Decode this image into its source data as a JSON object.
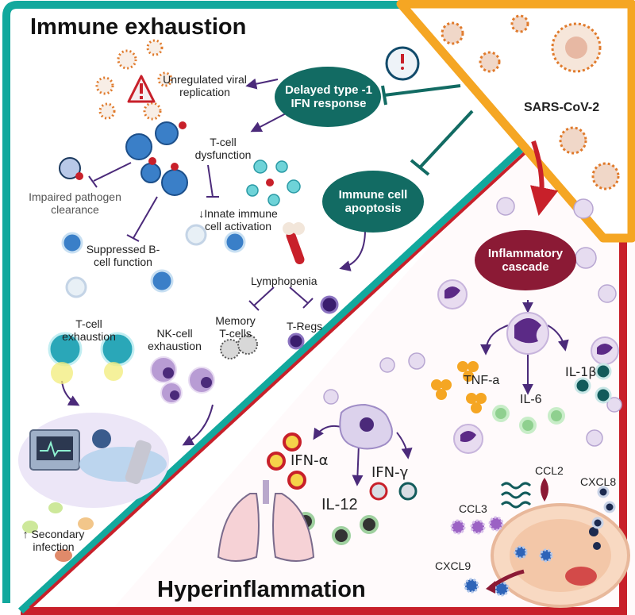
{
  "title_exhaustion": "Immune exhaustion",
  "title_hyperinflammation": "Hyperinflammation",
  "sars": "SARS-CoV-2",
  "bubbles": {
    "delayed_ifn": "Delayed type -1 IFN response",
    "apoptosis": "Immune cell apoptosis",
    "inflammatory": "Inflammatory cascade"
  },
  "labels": {
    "unregulated": "Unregulated viral replication",
    "tcell_dysfunction": "T-cell dysfunction",
    "impaired": "Impaired pathogen clearance",
    "innate": "↓Innate immune cell activation",
    "bcell": "Suppressed B-cell function",
    "lymphopenia": "Lymphopenia",
    "memory": "Memory T-cells",
    "tregs": "T-Regs",
    "tcell_exhaustion": "T-cell exhaustion",
    "nk_exhaustion": "NK-cell exhaustion",
    "secondary": "↑ Secondary infection",
    "tnf": "TNF-a",
    "il1b": "IL-1β",
    "il6": "IL-6",
    "ifna": "IFN-α",
    "ifng": "IFN-γ",
    "il12": "IL-12",
    "ccl2": "CCL2",
    "ccl3": "CCL3",
    "cxcl8": "CXCL8",
    "cxcl9": "CXCL9"
  },
  "colors": {
    "teal_border": "#12a89d",
    "red_border": "#c8202a",
    "orange_border": "#f5a623",
    "teal_bubble": "#126b63",
    "crimson_bubble": "#8b1a35",
    "arrow_purple": "#4b2a7a"
  },
  "icons": [
    "virus-icon",
    "alarm-clock-icon",
    "warning-icon",
    "t-cell-icon",
    "b-cell-icon",
    "bone-icon",
    "lung-icon",
    "patient-ventilator-icon",
    "neutrophil-icon",
    "blood-vessel-icon",
    "cytokine-icon",
    "bacteria-icon"
  ]
}
